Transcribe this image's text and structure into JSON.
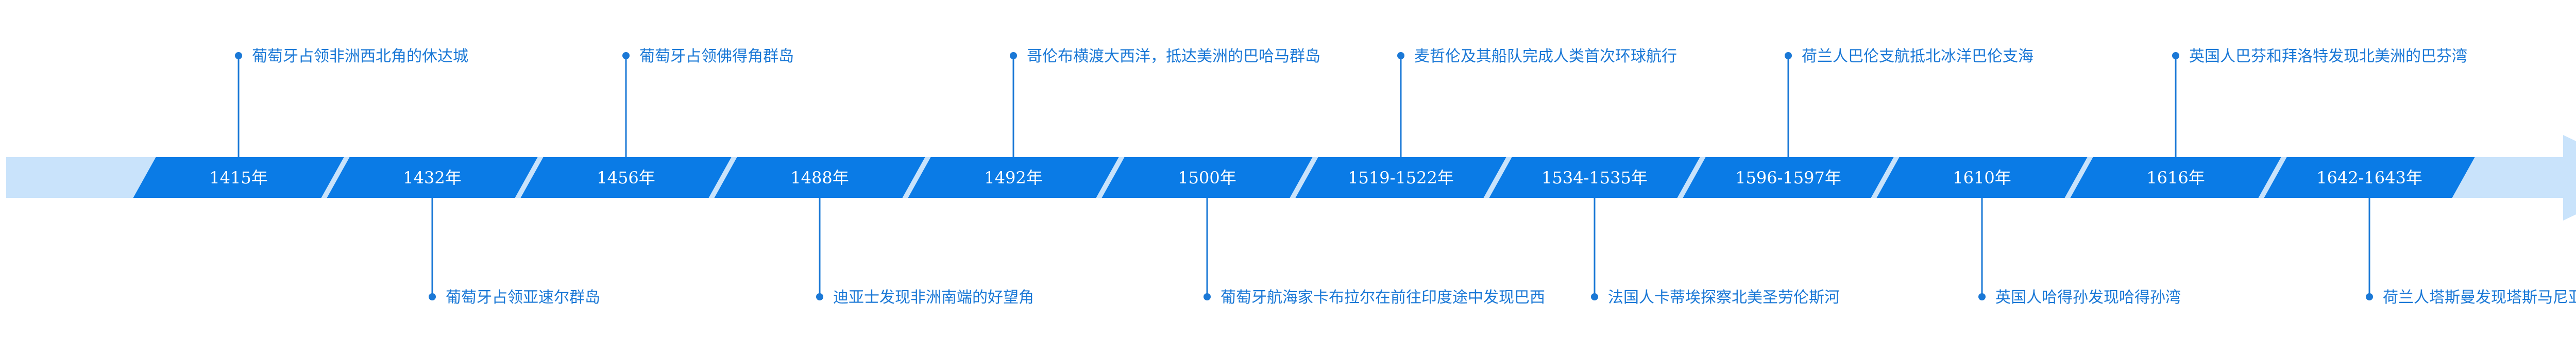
{
  "colors": {
    "band": "#c9e3fb",
    "segment": "#0a7be6",
    "year_text": "#ffffff",
    "connector": "#1a78d6",
    "label_text": "#1a78d6"
  },
  "events": [
    {
      "year": "1415年",
      "text": "葡萄牙占领非洲西北角的休达城",
      "side": "top"
    },
    {
      "year": "1432年",
      "text": "葡萄牙占领亚速尔群岛",
      "side": "bottom"
    },
    {
      "year": "1456年",
      "text": "葡萄牙占领佛得角群岛",
      "side": "top"
    },
    {
      "year": "1488年",
      "text": "迪亚士发现非洲南端的好望角",
      "side": "bottom"
    },
    {
      "year": "1492年",
      "text": "哥伦布横渡大西洋，抵达美洲的巴哈马群岛",
      "side": "top"
    },
    {
      "year": "1500年",
      "text": "葡萄牙航海家卡布拉尔在前往印度途中发现巴西",
      "side": "bottom"
    },
    {
      "year": "1519-1522年",
      "text": "麦哲伦及其船队完成人类首次环球航行",
      "side": "top"
    },
    {
      "year": "1534-1535年",
      "text": "法国人卡蒂埃探察北美圣劳伦斯河",
      "side": "bottom"
    },
    {
      "year": "1596-1597年",
      "text": "荷兰人巴伦支航抵北冰洋巴伦支海",
      "side": "top"
    },
    {
      "year": "1610年",
      "text": "英国人哈得孙发现哈得孙湾",
      "side": "bottom"
    },
    {
      "year": "1616年",
      "text": "英国人巴芬和拜洛特发现北美洲的巴芬湾",
      "side": "top"
    },
    {
      "year": "1642-1643年",
      "text": "荷兰人塔斯曼发现塔斯马尼亚、新西兰等",
      "side": "bottom"
    }
  ]
}
